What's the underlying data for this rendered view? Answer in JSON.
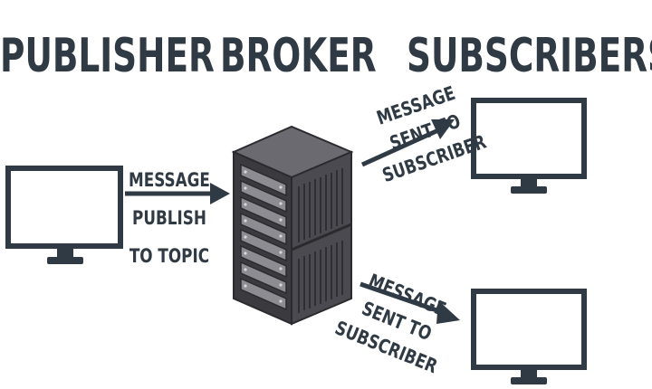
{
  "headings": {
    "publisher": "PUBLISHER",
    "broker": "BROKER",
    "subscribers": "SUBSCRIBERS"
  },
  "labels": {
    "publish": [
      "MESSAGE",
      "PUBLISH",
      "TO TOPIC"
    ],
    "sent_top": [
      "MESSAGE",
      "SENT TO",
      "SUBSCRIBER"
    ],
    "sent_bottom": [
      "MESSAGE",
      "SENT TO",
      "SUBSCRIBER"
    ]
  },
  "icons": {
    "publisher": "monitor-icon",
    "broker": "server-rack-icon",
    "subscriber_top": "monitor-icon",
    "subscriber_bottom": "monitor-icon"
  },
  "colors": {
    "ink": "#2f3a44",
    "rack_dark": "#3f3f44",
    "rack_mid": "#5a5a5f",
    "rack_light": "#8a8a8f"
  }
}
